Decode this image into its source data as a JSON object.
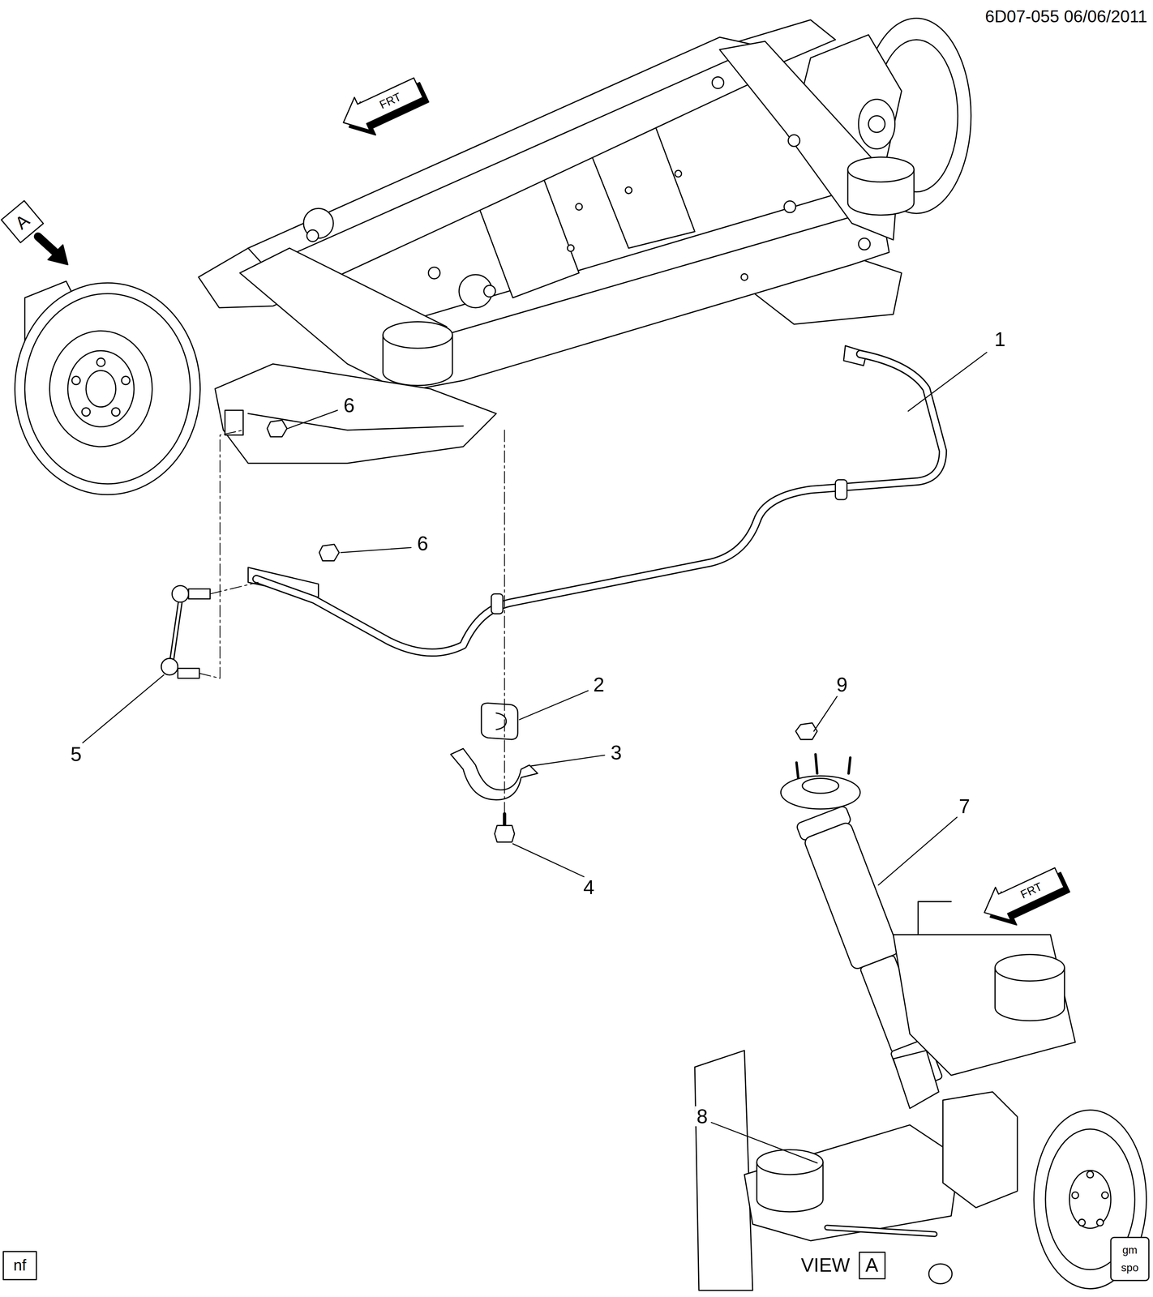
{
  "diagram": {
    "labels": [
      "6D07-055 06/06/2011",
      "FRT",
      "A",
      "1",
      "6",
      "6",
      "5",
      "2",
      "3",
      "9",
      "7",
      "4",
      "FRT",
      "8",
      "nf",
      "VIEW",
      "A",
      "gm",
      "spo"
    ]
  }
}
